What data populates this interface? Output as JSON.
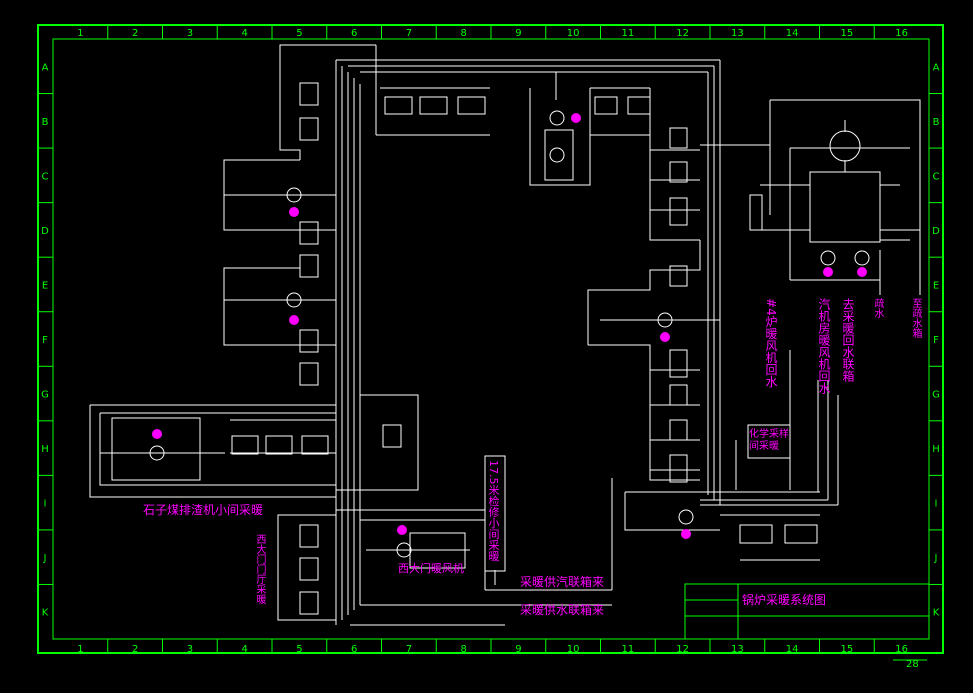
{
  "title_block": {
    "drawing_title": "锅炉采暖系统图",
    "page_number": "28"
  },
  "ruler": {
    "columns": [
      "1",
      "2",
      "3",
      "4",
      "5",
      "6",
      "7",
      "8",
      "9",
      "10",
      "11",
      "12",
      "13",
      "14",
      "15",
      "16"
    ],
    "rows": [
      "A",
      "B",
      "C",
      "D",
      "E",
      "F",
      "G",
      "H",
      "I",
      "J",
      "K"
    ]
  },
  "labels": {
    "stone_mill": "石子煤排渣机小间采暖",
    "west_gate_fan": "西大门暖风机",
    "supply_steam": "采暖供汽联箱来",
    "supply_water": "采暖供水联箱来",
    "chem_room": "化学采样间采暖",
    "unit_17_5": "17.5米检修小间采暖",
    "west_gate_heating": "西大门门厅采暖",
    "boiler4_return": "#4炉暖风机回水",
    "turbine_return": "汽机房暖风机回水",
    "return_to_header": "去采暖回水联箱",
    "drain": "疏水",
    "to_drain": "至疏水箱"
  },
  "colors": {
    "frame": "#00ff00",
    "pipe": "#ffffff",
    "text": "#ff00ff",
    "motor": "#ff00ff"
  }
}
